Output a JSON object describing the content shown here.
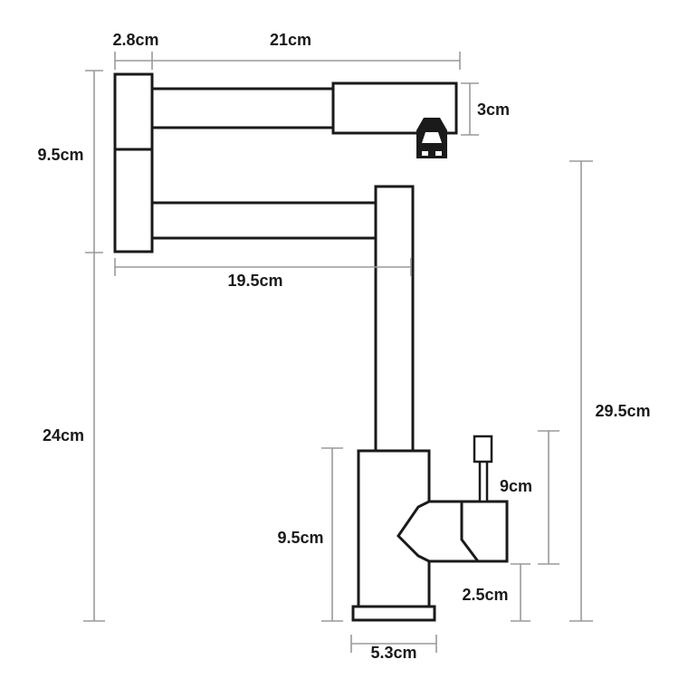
{
  "dimensions": {
    "top_offset": "2.8cm",
    "upper_arm_length": "21cm",
    "spout_head_height": "3cm",
    "wall_mount_height": "9.5cm",
    "lower_arm_length": "19.5cm",
    "left_total_height": "24cm",
    "overall_height": "29.5cm",
    "handle_height": "9cm",
    "body_height": "9.5cm",
    "handle_base_height": "2.5cm",
    "base_width": "5.3cm"
  },
  "colors": {
    "outline": "#1a1a1a",
    "dimension_line": "#9a9a9a",
    "background": "#ffffff"
  }
}
